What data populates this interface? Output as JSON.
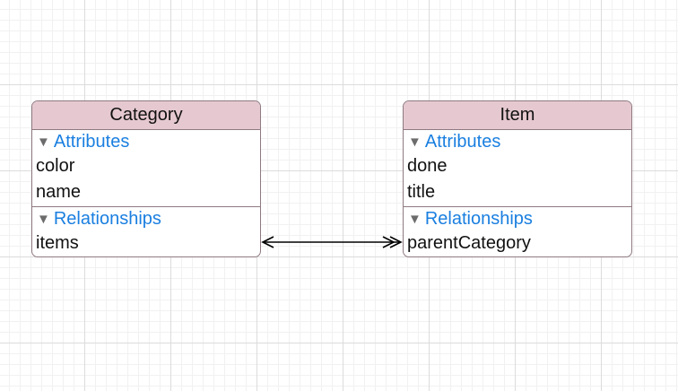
{
  "entities": [
    {
      "name": "Category",
      "attributes_header": "Attributes",
      "attributes": [
        "color",
        "name"
      ],
      "relationships_header": "Relationships",
      "relationships": [
        "items"
      ]
    },
    {
      "name": "Item",
      "attributes_header": "Attributes",
      "attributes": [
        "done",
        "title"
      ],
      "relationships_header": "Relationships",
      "relationships": [
        "parentCategory"
      ]
    }
  ],
  "relationship_link": {
    "from": "Category.items",
    "to": "Item.parentCategory",
    "from_end": "to-one",
    "to_end": "to-many"
  },
  "colors": {
    "header_bg": "#e6c9d0",
    "border": "#8f7a82",
    "section_text": "#1a7fe0",
    "grid": "#dcdcdc"
  }
}
